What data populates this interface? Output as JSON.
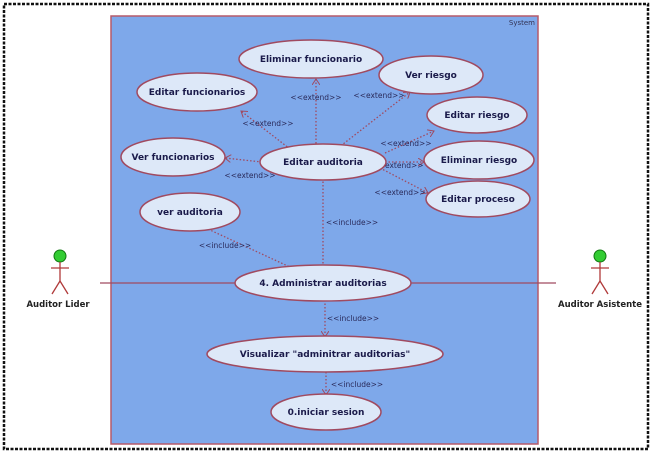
{
  "diagram": {
    "system_label": "System",
    "colors": {
      "system_fill": "#7ea8ea",
      "system_border": "#b55a6a",
      "usecase_fill": "#dde8f8",
      "usecase_border": "#a04a60",
      "relation_line": "#a04a60",
      "actor_head": "#33cc33",
      "actor_body": "#b03a3a",
      "frame": "#111111"
    },
    "use_cases": {
      "eliminar_funcionario": "Eliminar funcionario",
      "ver_riesgo": "Ver riesgo",
      "editar_funcionarios": "Editar funcionarios",
      "editar_riesgo": "Editar riesgo",
      "ver_funcionarios": "Ver funcionarios",
      "editar_auditoria": "Editar auditoria",
      "eliminar_riesgo": "Eliminar riesgo",
      "editar_proceso": "Editar proceso",
      "ver_auditoria": "ver auditoria",
      "administrar_auditorias": "4. Administrar auditorias",
      "visualizar": "Visualizar \"adminitrar auditorias\"",
      "iniciar_sesion": "0.iniciar sesion"
    },
    "relations": {
      "extend": "<<extend>>",
      "include": "<<include>>"
    },
    "actors": {
      "lider": "Auditor Lider",
      "asistente": "Auditor Asistente"
    }
  }
}
